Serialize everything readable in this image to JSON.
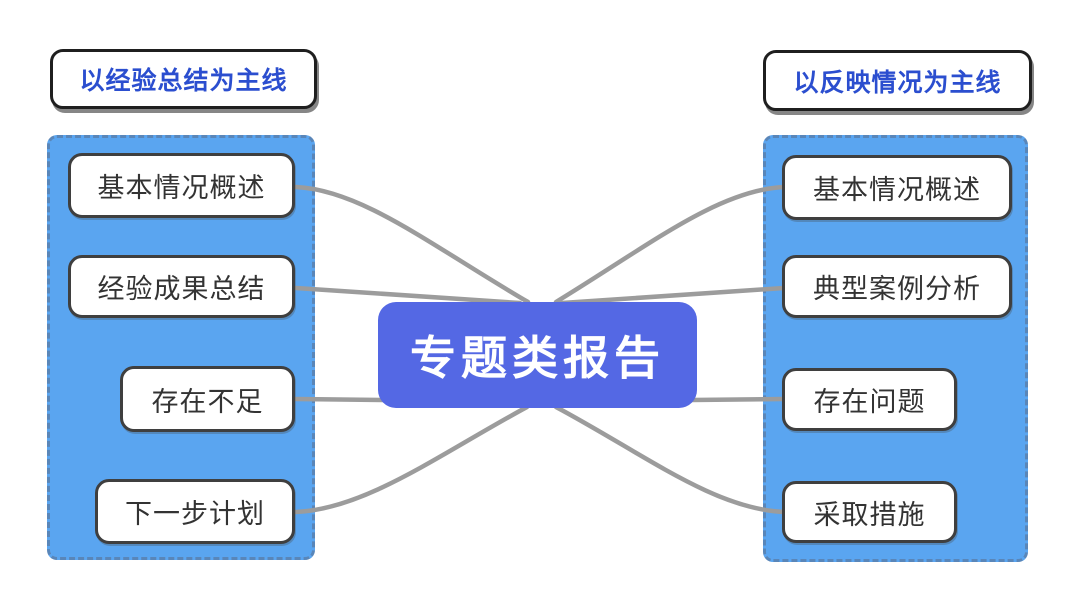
{
  "diagram_title": "专题类报告",
  "center_node": {
    "label": "专题类报告"
  },
  "left_branch": {
    "header": "以经验总结为主线",
    "items": [
      "基本情况概述",
      "经验成果总结",
      "存在不足",
      "下一步计划"
    ]
  },
  "right_branch": {
    "header": "以反映情况为主线",
    "items": [
      "基本情况概述",
      "典型案例分析",
      "存在问题",
      "采取措施"
    ]
  },
  "colors": {
    "panel_blue": "#5aa5f0",
    "center_blue": "#5468e4",
    "header_text_blue": "#2b4ecf",
    "connector_gray": "#9c9c9c",
    "node_border": "#3f3f3f",
    "item_text": "#333333"
  }
}
